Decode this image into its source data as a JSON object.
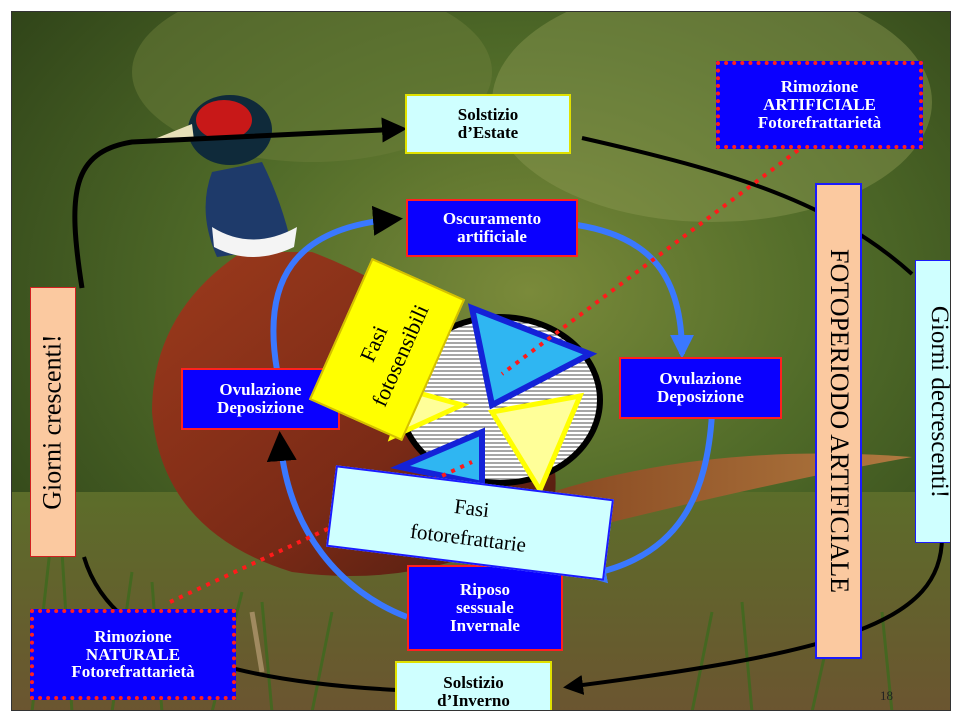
{
  "labels": {
    "summer_solstice": "Solstizio\nd’Estate",
    "winter_solstice": "Solstizio\nd’Inverno",
    "artificial_removal": "Rimozione\nARTIFICIALE\nFotorefrattarietà",
    "natural_removal": "Rimozione\nNATURALE\nFotorefrattarietà",
    "artificial_darkening": "Oscuramento\nartificiale",
    "ovulation_left": "Ovulazione\nDeposizione",
    "ovulation_right": "Ovulazione\nDeposizione",
    "sexual_rest": "Riposo\nsessuale\nInvernale",
    "increasing_days": "Giorni crescenti!",
    "decreasing_days": "Giorni decrescenti!",
    "artificial_photoperiod": "FOTOPERIODO ARTIFICIALE",
    "photosensitive_phases": "Fasi\nfotosensibili",
    "photorefractory_phases": "Fasi\nfotorefrattarie",
    "page_number": "18"
  },
  "colors": {
    "box_blue": "#0a00ff",
    "box_border_red": "#ff2020",
    "pale_cyan": "#cfffff",
    "light_orange": "#fbc9a0",
    "yellow": "#ffff00",
    "arrow_blue": "#3a78ff",
    "dotted_red": "#ff1a1a"
  }
}
